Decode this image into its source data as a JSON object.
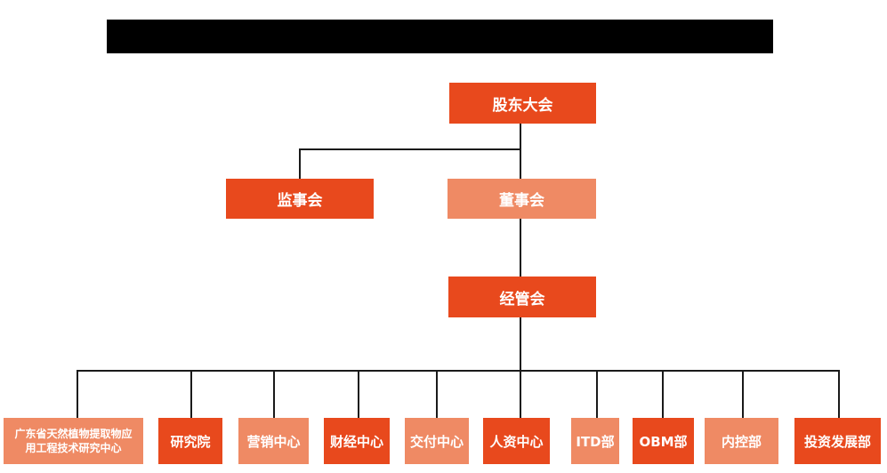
{
  "colors": {
    "primary_box": "#E8491D",
    "secondary_box": "#EF8A64",
    "connector": "#1A1A1A",
    "box_text": "#FFFFFF",
    "redaction_bar": "#000000",
    "background": "#FFFFFF"
  },
  "nodes": {
    "shareholders": {
      "label": "股东大会",
      "variant": "primary"
    },
    "supervisory": {
      "label": "监事会",
      "variant": "primary"
    },
    "board": {
      "label": "董事会",
      "variant": "secondary"
    },
    "management": {
      "label": "经管会",
      "variant": "primary"
    }
  },
  "departments": [
    {
      "label": "广东省天然植物提取物应用工程技术研究中心",
      "lines": [
        "广东省天然植物提取物应",
        "用工程技术研究中心"
      ],
      "variant": "secondary"
    },
    {
      "label": "研究院",
      "variant": "primary"
    },
    {
      "label": "营销中心",
      "variant": "secondary"
    },
    {
      "label": "财经中心",
      "variant": "primary"
    },
    {
      "label": "交付中心",
      "variant": "secondary"
    },
    {
      "label": "人资中心",
      "variant": "primary"
    },
    {
      "label": "ITD部",
      "variant": "secondary"
    },
    {
      "label": "OBM部",
      "variant": "primary"
    },
    {
      "label": "内控部",
      "variant": "secondary"
    },
    {
      "label": "投资发展部",
      "variant": "primary"
    }
  ],
  "hierarchy": [
    {
      "parent": "股东大会",
      "children": [
        "监事会",
        "董事会"
      ]
    },
    {
      "parent": "董事会",
      "children": [
        "经管会"
      ]
    },
    {
      "parent": "经管会",
      "children": [
        "广东省天然植物提取物应用工程技术研究中心",
        "研究院",
        "营销中心",
        "财经中心",
        "交付中心",
        "人资中心",
        "ITD部",
        "OBM部",
        "内控部",
        "投资发展部"
      ]
    }
  ]
}
